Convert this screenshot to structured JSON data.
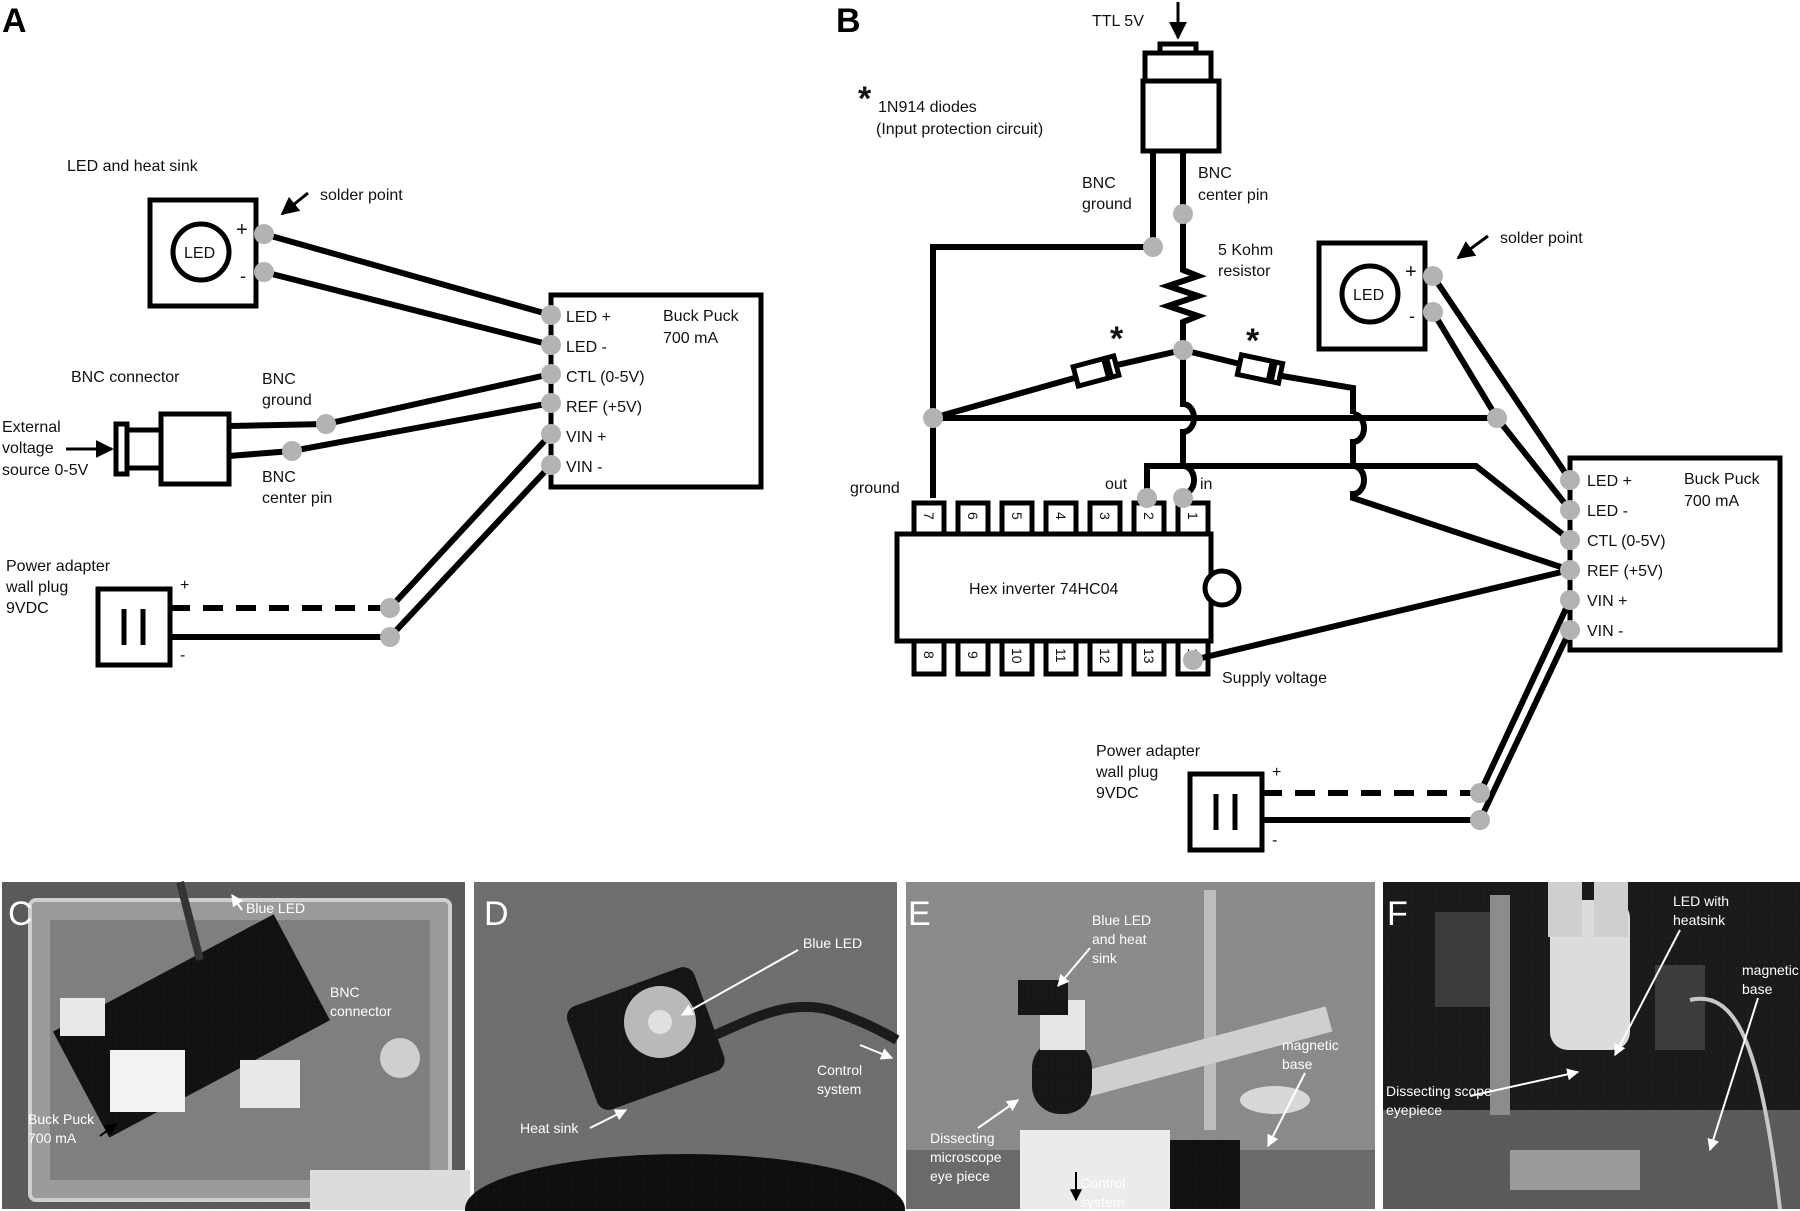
{
  "panels": {
    "A": "A",
    "B": "B",
    "C": "C",
    "D": "D",
    "E": "E",
    "F": "F"
  },
  "panelA": {
    "led_title": "LED and heat sink",
    "led": "LED",
    "plus": "+",
    "minus": "-",
    "solder": "solder point",
    "buck_title1": "Buck Puck",
    "buck_title2": "700 mA",
    "pins": [
      "LED +",
      "LED -",
      "CTL (0-5V)",
      "REF (+5V)",
      "VIN +",
      "VIN -"
    ],
    "bnc_conn": "BNC connector",
    "bnc_ground1": "BNC",
    "bnc_ground2": "ground",
    "bnc_center1": "BNC",
    "bnc_center2": "center pin",
    "ext1": "External",
    "ext2": "voltage",
    "ext3": "source 0-5V",
    "pwr1": "Power adapter",
    "pwr2": "wall plug",
    "pwr3": "9VDC",
    "pwr_plus": "+",
    "pwr_minus": "-"
  },
  "panelB": {
    "ttl": "TTL 5V",
    "star": "*",
    "diodes1": "1N914 diodes",
    "diodes2": "(Input protection circuit)",
    "bnc_ground1": "BNC",
    "bnc_ground2": "ground",
    "bnc_center1": "BNC",
    "bnc_center2": "center pin",
    "res1": "5 Kohm",
    "res2": "resistor",
    "led": "LED",
    "plus": "+",
    "minus": "-",
    "solder": "solder point",
    "buck_title1": "Buck Puck",
    "buck_title2": "700 mA",
    "pins": [
      "LED +",
      "LED -",
      "CTL (0-5V)",
      "REF (+5V)",
      "VIN +",
      "VIN -"
    ],
    "ground": "ground",
    "out": "out",
    "in": "in",
    "ic": "Hex inverter 74HC04",
    "top_pins": [
      "7",
      "6",
      "5",
      "4",
      "3",
      "2",
      "1"
    ],
    "bottom_pins": [
      "8",
      "9",
      "10",
      "11",
      "12",
      "13",
      "14"
    ],
    "supply": "Supply voltage",
    "pwr1": "Power adapter",
    "pwr2": "wall plug",
    "pwr3": "9VDC",
    "pwr_plus": "+",
    "pwr_minus": "-"
  },
  "photos": {
    "C": {
      "blue_led": "Blue LED",
      "bnc1": "BNC",
      "bnc2": "connector",
      "buck1": "Buck Puck",
      "buck2": "700 mA"
    },
    "D": {
      "blue_led": "Blue LED",
      "ctrl1": "Control",
      "ctrl2": "system",
      "heat": "Heat sink"
    },
    "E": {
      "led1": "Blue LED",
      "led2": "and heat",
      "led3": "sink",
      "mag1": "magnetic",
      "mag2": "base",
      "eye1": "Dissecting",
      "eye2": "microscope",
      "eye3": "eye piece",
      "ctrl1": "Control",
      "ctrl2": "system"
    },
    "F": {
      "led1": "LED with",
      "led2": "heatsink",
      "mag1": "magnetic",
      "mag2": "base",
      "eye1": "Dissecting scope",
      "eye2": "eyepiece"
    }
  }
}
